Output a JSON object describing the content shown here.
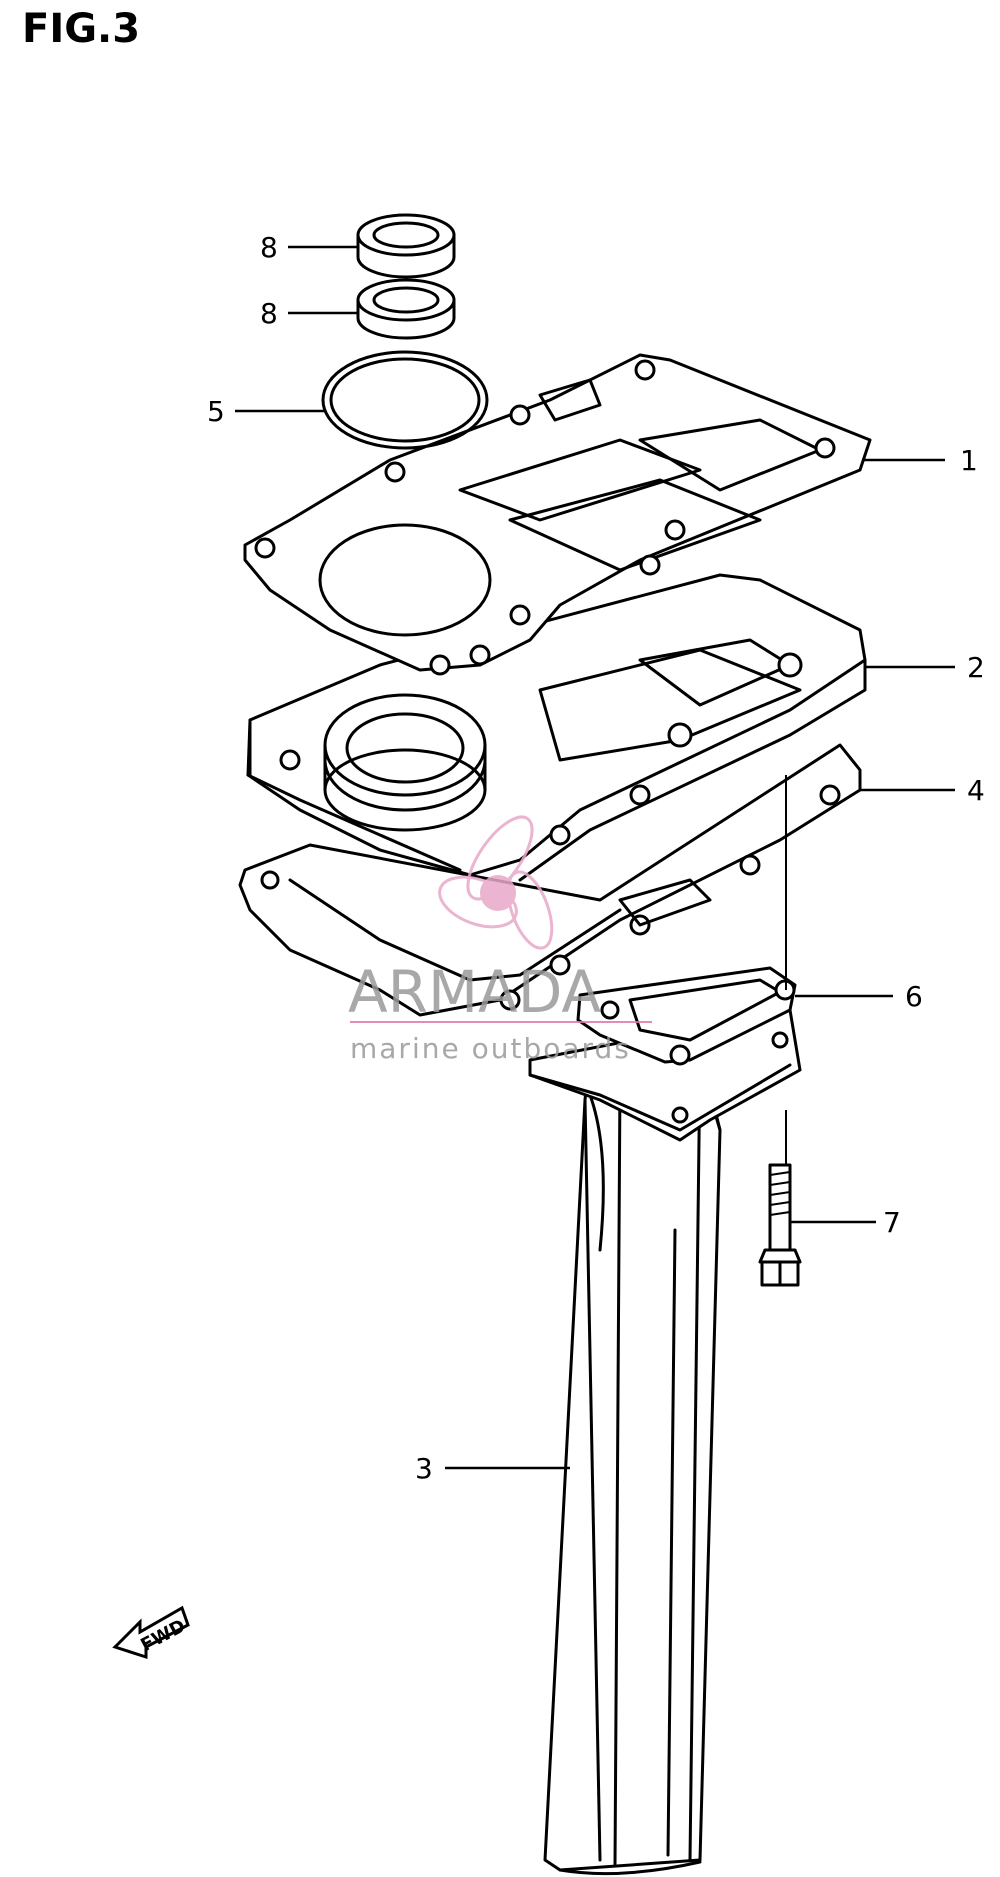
{
  "figure": {
    "title": "FIG.3"
  },
  "callouts": [
    {
      "id": "seal-top",
      "label": "8"
    },
    {
      "id": "seal-bottom",
      "label": "8"
    },
    {
      "id": "o-ring",
      "label": "5"
    },
    {
      "id": "gasket-top",
      "label": "1"
    },
    {
      "id": "plate",
      "label": "2"
    },
    {
      "id": "gasket-bottom",
      "label": "4"
    },
    {
      "id": "gasket-small",
      "label": "6"
    },
    {
      "id": "bolt",
      "label": "7"
    },
    {
      "id": "exhaust-tube",
      "label": "3"
    }
  ],
  "watermark": {
    "brand": "ARMADA",
    "tagline": "marine outboards",
    "colors": {
      "propeller": "#e8a8c8",
      "text": "#9a9a9a",
      "underline": "#e07aa8"
    }
  },
  "direction_marker": {
    "label": "FWD",
    "icon": "arrow-left-icon"
  }
}
